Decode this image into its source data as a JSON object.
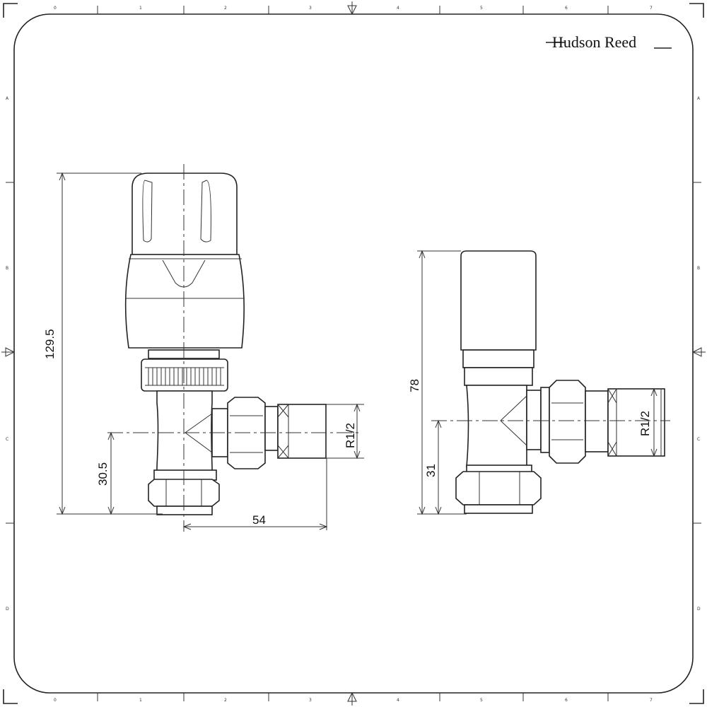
{
  "brand": {
    "logo_text": "Hudson Reed"
  },
  "frame": {
    "column_labels": [
      "0",
      "1",
      "2",
      "3",
      "4",
      "5",
      "6",
      "7"
    ],
    "row_labels": [
      "A",
      "B",
      "C",
      "D"
    ]
  },
  "thermostatic_view": {
    "height_label": "129.5",
    "center_height_label": "30.5",
    "outlet_length_label": "54",
    "thread_label": "R1/2"
  },
  "manual_view": {
    "height_label": "78",
    "center_height_label": "31",
    "thread_label": "R1/2"
  }
}
